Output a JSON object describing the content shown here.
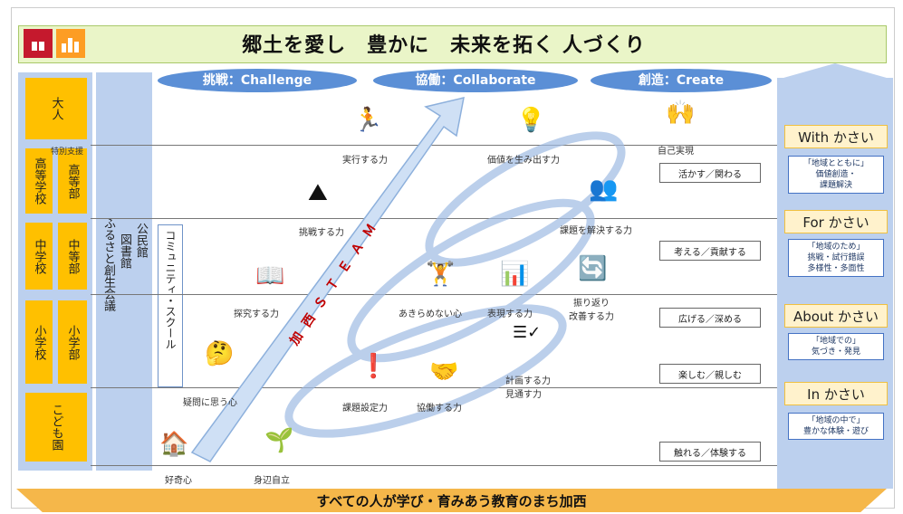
{
  "header": {
    "title": "郷土を愛し　豊かに　未来を拓く 人づくり"
  },
  "sdg_icons": [
    "sdg-4-icon",
    "sdg-11-icon"
  ],
  "pillars": [
    "挑戦：Challenge",
    "協働：Collaborate",
    "創造：Create"
  ],
  "stages": {
    "adult": "大人",
    "special_support": "特別支援",
    "high_school": "高等学校",
    "high_dept": "高等部",
    "junior_high": "中学校",
    "middle_dept": "中等部",
    "elementary": "小学校",
    "elem_dept": "小学部",
    "kodomoen": "こども園"
  },
  "column_labels": {
    "furusato": "ふるさと創生会議",
    "library": "図書館",
    "kominkan": "公民館",
    "community_school": "コミュニティ・スクール"
  },
  "diagonal_arrow_text": "加西ＳＴＥＡＭ",
  "abilities": {
    "jikkou": "実行する力",
    "kachi": "価値を生み出す力",
    "jiko": "自己実現",
    "chousen": "挑戦する力",
    "kadai_kaiketsu": "課題を解決する力",
    "tankyu": "探究する力",
    "akiramenai": "あきらめない心",
    "hyougen": "表現する力",
    "furikaeri": "振り返り\n改善する力",
    "gimon": "疑問に思う心",
    "kadai_settei": "課題設定力",
    "kyoudou": "協働する力",
    "keikaku": "計画する力\n見通す力",
    "koukishin": "好奇心",
    "shinpen": "身辺自立"
  },
  "verb_boxes": [
    "活かす／関わる",
    "考える／貢献する",
    "広げる／深める",
    "楽しむ／親しむ",
    "触れる／体験する"
  ],
  "kasai": [
    {
      "label": "With かさい",
      "desc": "「地域とともに」\n価値創造・\n課題解決"
    },
    {
      "label": "For かさい",
      "desc": "「地域のため」\n挑戦・試行錯誤\n多様性・多面性"
    },
    {
      "label": "About かさい",
      "desc": "「地域での」\n気づき・発見"
    },
    {
      "label": "In かさい",
      "desc": "「地域の中で」\n豊かな体験・遊び"
    }
  ],
  "footer": {
    "text": "すべての人が学び・育みあう教育のまち加西"
  },
  "colors": {
    "stage_yellow": "#ffc000",
    "pillar_blue": "#5b8fd6",
    "panel_blue": "#bcd0ee",
    "banner_orange": "#f5b74a"
  }
}
